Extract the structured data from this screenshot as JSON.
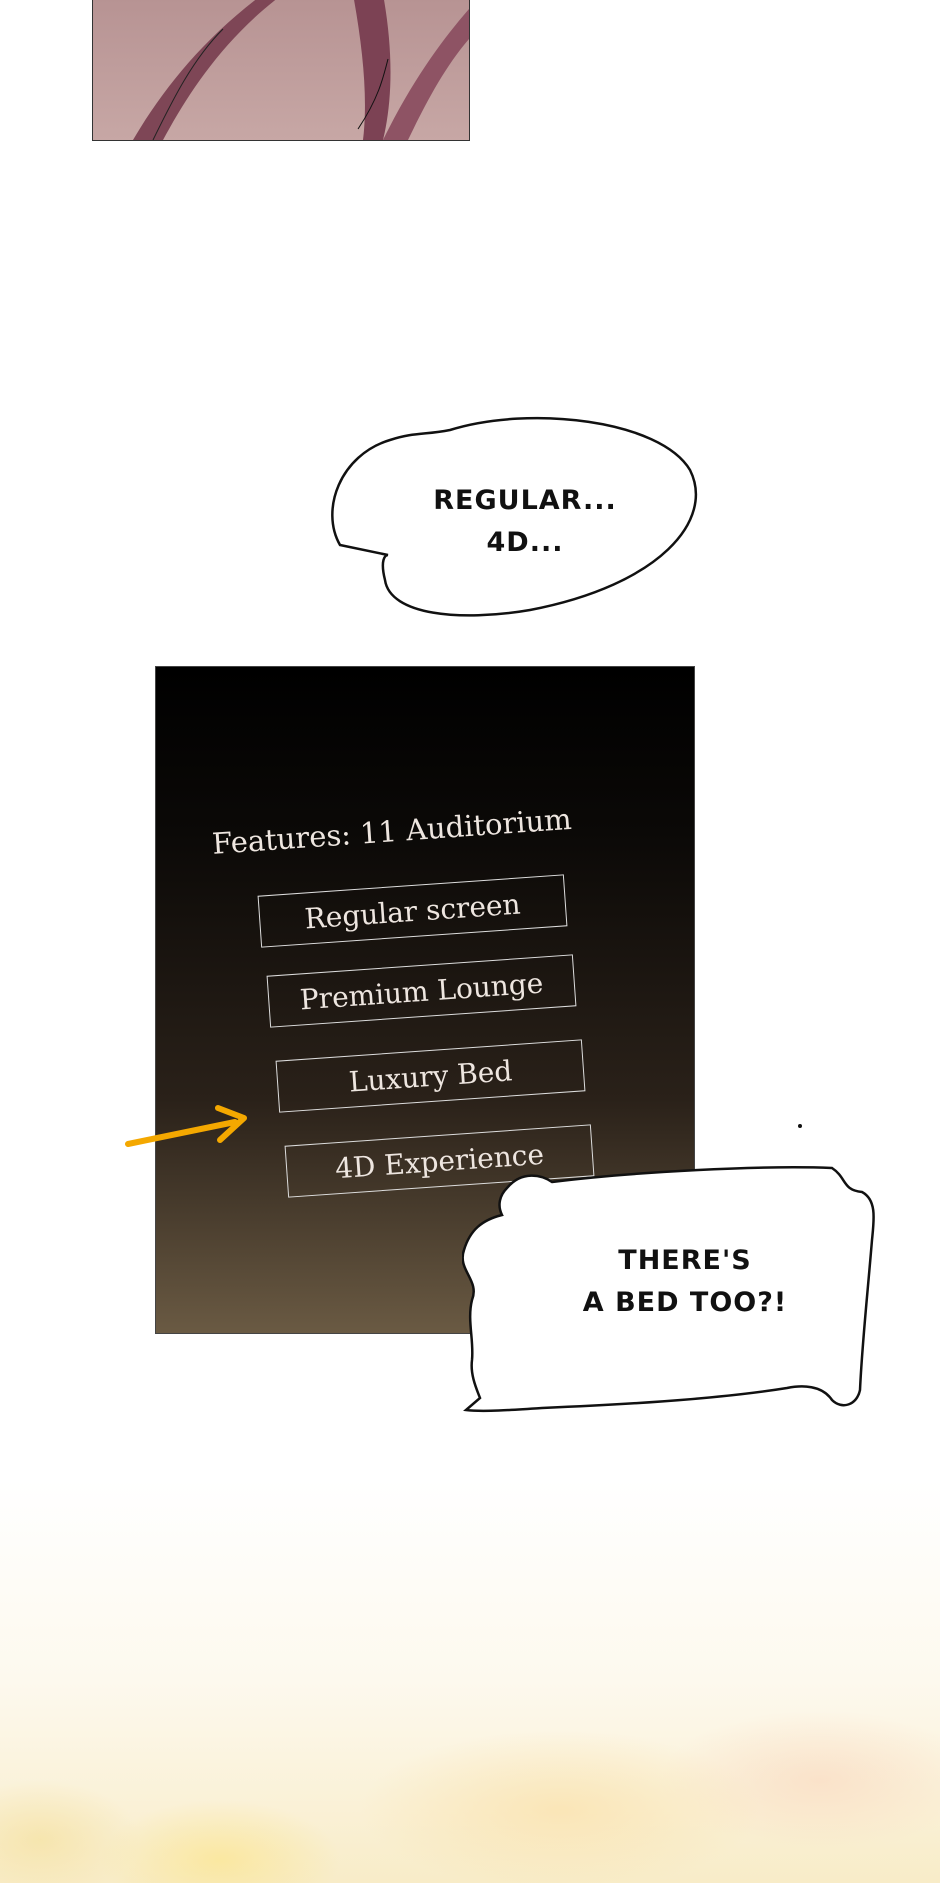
{
  "bubble_1": {
    "line1": "Regular...",
    "line2": "4D..."
  },
  "sign": {
    "title": "Features: 11 Auditorium",
    "options": [
      "Regular screen",
      "Premium Lounge",
      "Luxury Bed",
      "4D Experience"
    ],
    "arrow_color": "#f4a800"
  },
  "bubble_2": {
    "line1": "There's",
    "line2": "a bed too?!"
  }
}
